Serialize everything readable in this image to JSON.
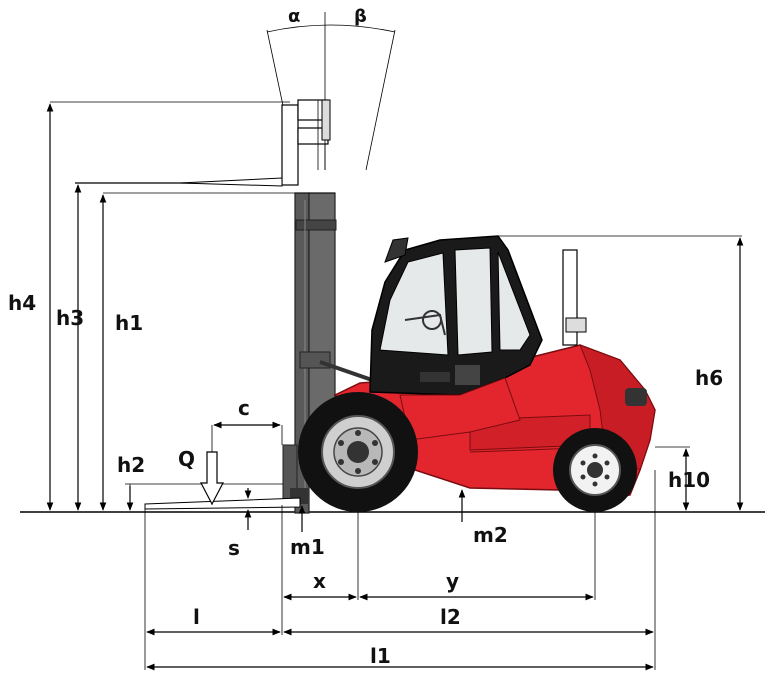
{
  "labels": {
    "alpha": "α",
    "beta": "β",
    "h4": "h4",
    "h3": "h3",
    "h1": "h1",
    "h2": "h2",
    "h6": "h6",
    "h10": "h10",
    "c": "c",
    "q": "Q",
    "s": "s",
    "m1": "m1",
    "m2": "m2",
    "x": "x",
    "y": "y",
    "l": "l",
    "l2": "l2",
    "l1": "l1"
  },
  "colors": {
    "body_red": "#e3262e",
    "dark_red": "#a51118",
    "mast_gray": "#5a5a5a",
    "tire_black": "#111111",
    "rim_gray": "#cfcfcf",
    "glass": "#e6e9ea",
    "cab_black": "#1a1a1a"
  }
}
